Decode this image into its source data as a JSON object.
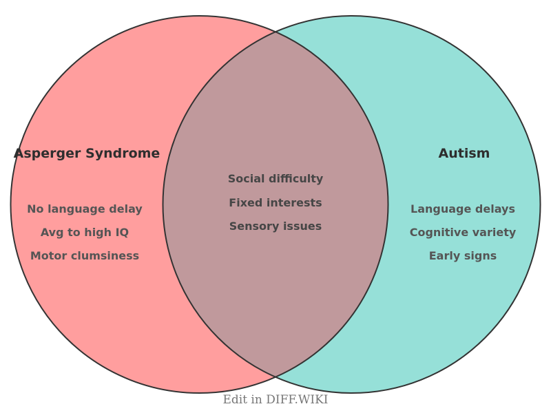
{
  "diagram": {
    "type": "venn",
    "caption": "Edit in DIFF.WIKI",
    "outline_color": "#333333",
    "left": {
      "title": "Asperger Syndrome",
      "color": "#FF9E9E",
      "items": [
        "No language delay",
        "Avg to high IQ",
        "Motor clumsiness"
      ]
    },
    "right": {
      "title": "Autism",
      "color": "#96E0D8",
      "items": [
        "Language delays",
        "Cognitive variety",
        "Early signs"
      ]
    },
    "overlap": {
      "color": "#C0999C",
      "items": [
        "Social difficulty",
        "Fixed interests",
        "Sensory issues"
      ]
    }
  }
}
